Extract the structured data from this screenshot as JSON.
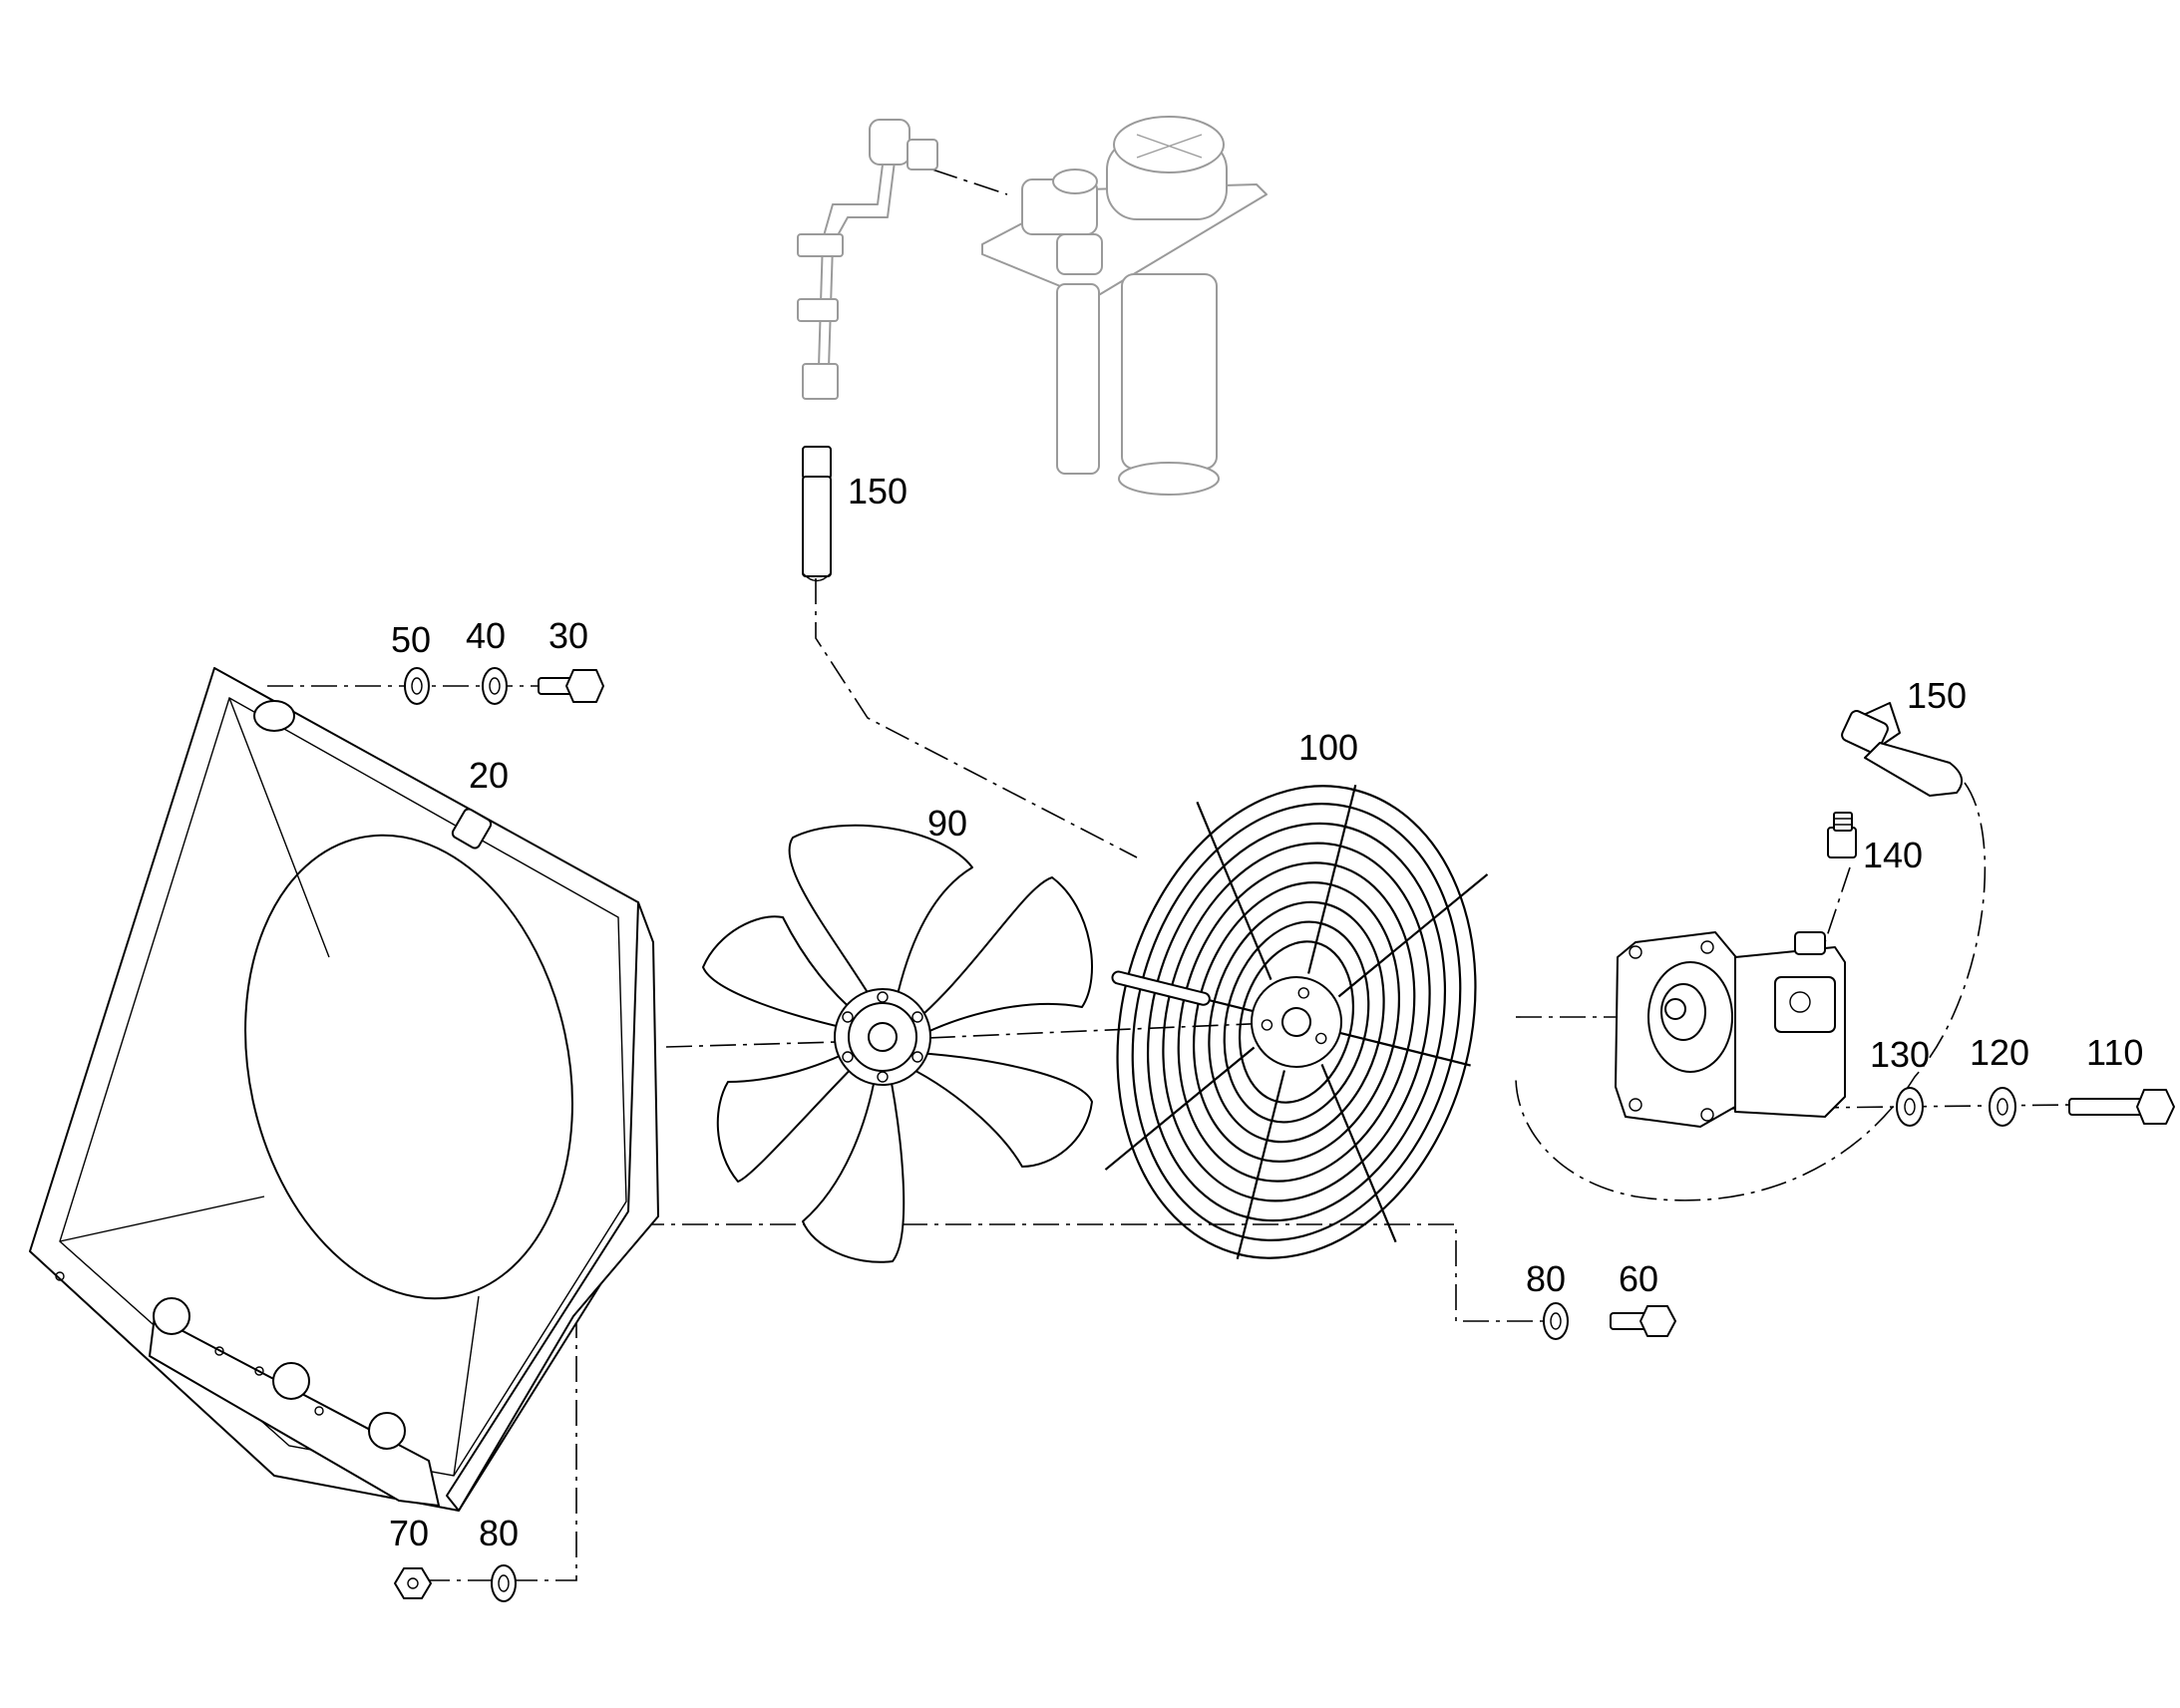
{
  "callouts": {
    "c20": "20",
    "c30": "30",
    "c40": "40",
    "c50": "50",
    "c60": "60",
    "c70": "70",
    "c80a": "80",
    "c80b": "80",
    "c90": "90",
    "c100": "100",
    "c110": "110",
    "c120": "120",
    "c130": "130",
    "c140": "140",
    "c150a": "150",
    "c150b": "150"
  }
}
